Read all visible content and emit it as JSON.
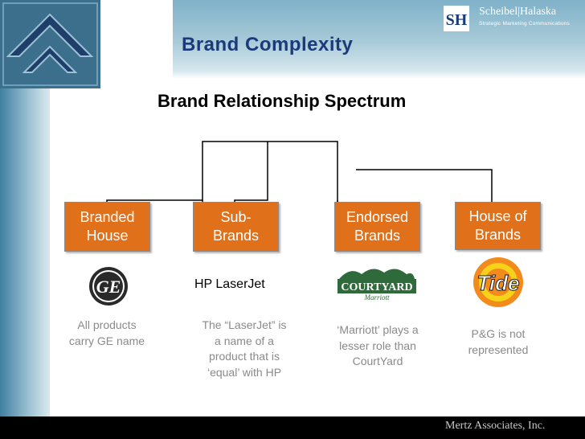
{
  "header": {
    "title": "Brand Complexity",
    "company_name": "Scheibel|Halaska",
    "company_tagline": "Strategic Marketing Communications"
  },
  "subtitle": "Brand Relationship Spectrum",
  "boxes": [
    {
      "label_line1": "Branded",
      "label_line2": "House"
    },
    {
      "label_line1": "Sub-",
      "label_line2": "Brands"
    },
    {
      "label_line1": "Endorsed",
      "label_line2": "Brands"
    },
    {
      "label_line1": "House of",
      "label_line2": "Brands"
    }
  ],
  "logos": {
    "ge": "GE",
    "courtyard": "COURTYARD",
    "courtyard_sub": "Marriott",
    "tide": "Tide"
  },
  "hp_label": "HP LaserJet",
  "captions": {
    "branded": [
      "All products",
      "carry GE name"
    ],
    "sub": [
      "The “LaserJet” is",
      "a name of a",
      "product that is",
      "‘equal’ with HP"
    ],
    "endorsed": [
      "‘Marriott’ plays a",
      "lesser role than",
      "CourtYard"
    ],
    "house": [
      "P&G is not",
      "represented"
    ]
  },
  "footer": "Mertz Associates, Inc.",
  "colors": {
    "box_fill": "#e0701a",
    "title": "#1c3a7a",
    "caption": "#8a8a8a",
    "footer_bg": "#000000"
  }
}
